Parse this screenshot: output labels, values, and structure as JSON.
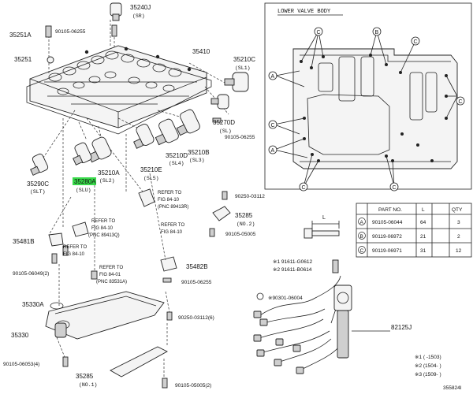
{
  "labels": {
    "p35240J": "35240J",
    "p35240J_sub": "(SR)",
    "p35251A": "35251A",
    "p90105_06255_top": "90105-06255",
    "p35410": "35410",
    "p35251": "35251",
    "p35210C": "35210C",
    "p35210C_sub": "(SL1)",
    "p35270D": "35270D",
    "p35270D_sub": "(SL)",
    "p90105_06255_mid": "90105-06255",
    "p35210D": "35210D",
    "p35210D_sub": "(SL4)",
    "p35210B": "35210B",
    "p35210B_sub": "(SL3)",
    "p35210A": "35210A",
    "p35210A_sub": "(SL2)",
    "p35210E": "35210E",
    "p35210E_sub": "(SL5)",
    "p35290C": "35290C",
    "p35290C_sub": "(SLT)",
    "p35280A": "35280A",
    "p35280A_sub": "(SLU)",
    "ref1_line1": "REFER TO",
    "ref1_line2": "FIG 84-10",
    "ref1_line3": "(PNC 89413R)",
    "p90250_03112_a": "90250-03112",
    "p35285_a": "35285",
    "p35285_a_sub": "(NO.2)",
    "ref2_line1": "REFER TO",
    "ref2_line2": "FIG 84-10",
    "p90105_05005_a": "90105-05005",
    "ref3_line1": "REFER TO",
    "ref3_line2": "FIG 84-10",
    "ref3_line3": "(PNC 89413Q)",
    "p35481B": "35481B",
    "ref4_line1": "REFER TO",
    "ref4_line2": "FIG 84-10",
    "ref5_line1": "REFER TO",
    "ref5_line2": "FIG 84-01",
    "ref5_line3": "(PNC 83531A)",
    "p35482B": "35482B",
    "p90105_06049": "90105-06049(2)",
    "p90105_06255_low": "90105-06255",
    "p35330A": "35330A",
    "p90250_03112_b": "90250-03112(6)",
    "p35330": "35330",
    "p90105_06053": "90105-06053(4)",
    "p35285_b": "35285",
    "p35285_b_sub": "(NO.1)",
    "p90105_05005_b": "90105-05005(2)",
    "lower_valve_body": "LOWER VALVE BODY",
    "p91611_G0612": "※1 91611-G0612",
    "p91611_B0614": "※2 91611-B0614",
    "p90301_06004": "※90301-06004",
    "p82125J": "82125J",
    "len_mark": "L",
    "note1": "※1 (      -1503)",
    "note2": "※2 (1504-     )",
    "note3": "※3 (1509-     )",
    "doc_id": "355824I"
  },
  "table": {
    "headers": [
      "PART NO.",
      "L",
      "QTY"
    ],
    "rows": [
      {
        "key": "A",
        "part": "90105-06044",
        "l": "64",
        "qty": "3"
      },
      {
        "key": "B",
        "part": "90119-06972",
        "l": "21",
        "qty": "2"
      },
      {
        "key": "C",
        "part": "90119-06971",
        "l": "31",
        "qty": "12"
      }
    ]
  },
  "callouts": [
    "A",
    "B",
    "C"
  ],
  "colors": {
    "line": "#222222",
    "highlight": "#39d94a",
    "part_fill": "#f4f4f4",
    "dark_fill": "#cfcfcf"
  }
}
